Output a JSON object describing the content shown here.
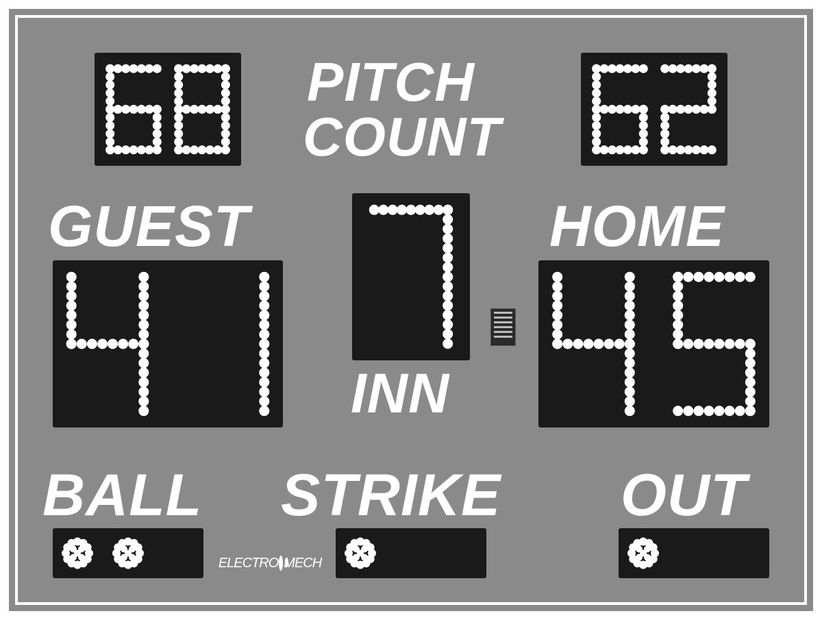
{
  "labels": {
    "pitch": "PITCH",
    "count": "COUNT",
    "guest": "GUEST",
    "home": "HOME",
    "inn": "INN",
    "ball": "BALL",
    "strike": "STRIKE",
    "out": "OUT"
  },
  "pitch_count": {
    "guest": "68",
    "home": "62"
  },
  "score": {
    "guest": "41",
    "home": "45"
  },
  "inning": "7",
  "count": {
    "ball": 2,
    "strike": 1,
    "out": 1
  },
  "logo": {
    "left": "ELECTRO",
    "right": "MECH"
  },
  "colors": {
    "board": "#8a8a8a",
    "frame": "#ffffff",
    "panel": "#1a1a1a",
    "lamp": "#ffffff",
    "text": "#ffffff"
  }
}
